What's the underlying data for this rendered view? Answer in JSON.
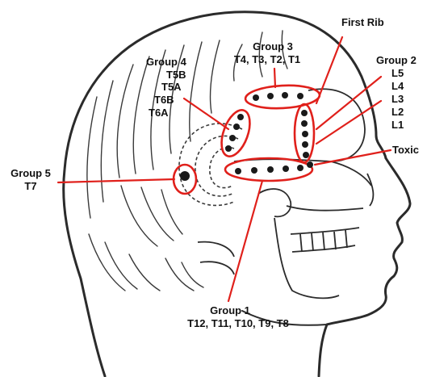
{
  "colors": {
    "ink": "#2b2b2b",
    "accent": "#e0201b",
    "dots": "#1a1a1a",
    "label": "#111111"
  },
  "labels": {
    "first_rib": "First Rib",
    "group3_title": "Group 3",
    "group3_items": "T4, T3, T2, T1",
    "group4_title": "Group 4",
    "group4_t5b": "T5B",
    "group4_t5a": "T5A",
    "group4_t6b": "T6B",
    "group4_t6a": "T6A",
    "group2_title": "Group 2",
    "group2_l5": "L5",
    "group2_l4": "L4",
    "group2_l3": "L3",
    "group2_l2": "L2",
    "group2_l1": "L1",
    "toxic": "Toxic",
    "group5_title": "Group 5",
    "group5_item": "T7",
    "group1_title": "Group 1",
    "group1_items": "T12, T11, T10, T9, T8"
  }
}
